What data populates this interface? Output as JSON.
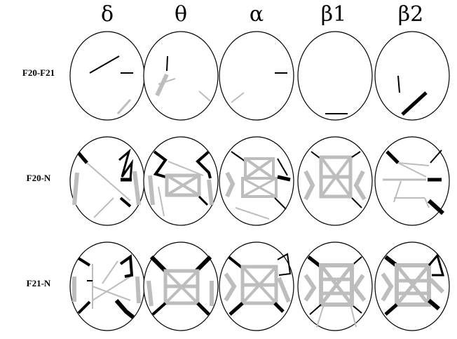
{
  "column_labels": [
    "δ",
    "θ",
    "α",
    "β1",
    "β2"
  ],
  "row_labels": [
    "F20-F21",
    "F20-N",
    "F21-N"
  ],
  "colors": {
    "strong": "#000000",
    "weak": "#bdbdbd",
    "outline": "#000000",
    "background": "#ffffff"
  }
}
